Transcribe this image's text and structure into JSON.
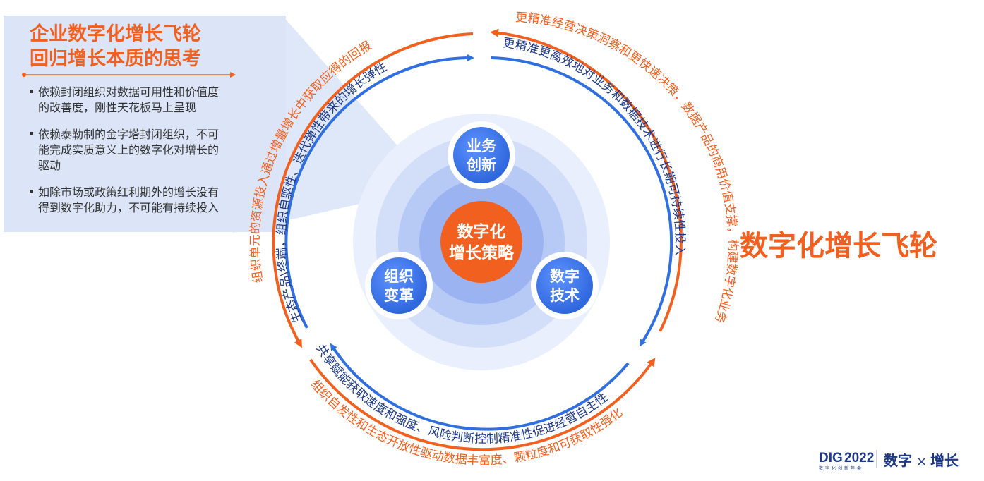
{
  "panel": {
    "title_line1": "企业数字化增长飞轮",
    "title_line2": "回归增长本质的思考",
    "bullets": [
      {
        "line1": "依赖封闭组织对数据可用性和价值度",
        "line2": "的改善度，刚性天花板马上呈现",
        "line3": ""
      },
      {
        "line1": "依赖泰勒制的金字塔封闭组织，不可",
        "line2": "能完成实质意义上的数字化对增长的",
        "line3": "驱动"
      },
      {
        "line1": "如除市场或政策红利期外的增长没有",
        "line2": "得到数字化助力，不可能有持续投入",
        "line3": ""
      }
    ]
  },
  "wheel": {
    "center": "数字化\n增长策略",
    "center_line1": "数字化",
    "center_line2": "增长策略",
    "nodes": {
      "top": {
        "line1": "业务",
        "line2": "创新"
      },
      "left": {
        "line1": "组织",
        "line2": "变革"
      },
      "right": {
        "line1": "数字",
        "line2": "技术"
      }
    },
    "inner_arcs": {
      "left": "生态产品\\终端，组织自驱性、迭代弹性带来的增长弹性",
      "right": "更精准更高效地对业务和数据技术进行长期可持续性投入",
      "bottom": "共享赋能获取速度和强度、风险判断控制精准性促进经营自主性"
    },
    "outer_arcs": {
      "left": "组织单元的资源投入通过增量增长中获取应得的回报",
      "right": "更精准经营决策洞察和更快速决策，数据产品的商用价值支撑，构建数字化业务",
      "bottom": "组织自发性和生态开放性驱动数据丰富度、颗粒度和可获取性强化"
    }
  },
  "headline": "数字化增长飞轮",
  "logo": {
    "brand": "DIG",
    "year": "2022",
    "tagline": "数字化创新年会",
    "slogan_left": "数字",
    "slogan_x": "×",
    "slogan_right": "增长"
  },
  "colors": {
    "orange": "#f2601f",
    "blue": "#2f6fe0",
    "navy": "#1d3a8a",
    "panel_bg": "#dbe5f7"
  }
}
